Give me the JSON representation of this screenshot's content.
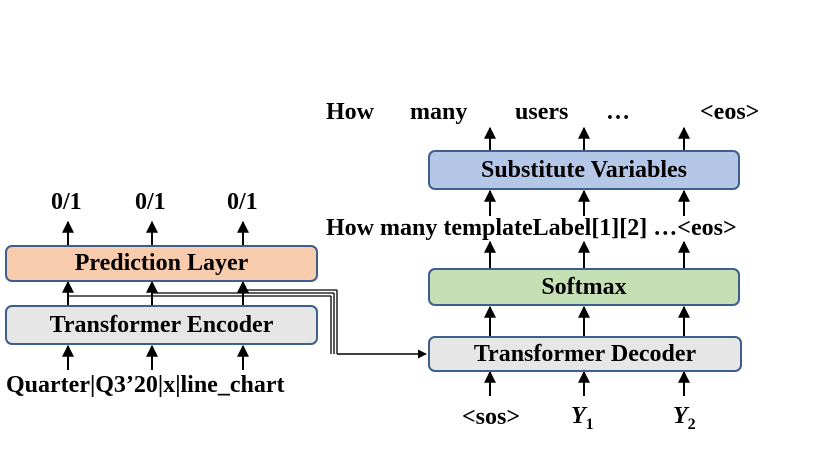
{
  "encoder": {
    "outputs": [
      "0/1",
      "0/1",
      "0/1"
    ],
    "prediction_layer": "Prediction Layer",
    "transformer_encoder": "Transformer Encoder",
    "input": "Quarter|Q3’20|x|line_chart"
  },
  "decoder": {
    "final_tokens": [
      "How",
      "many",
      "users",
      "…",
      "<eos>"
    ],
    "substitute_variables": "Substitute Variables",
    "template_output": "How many templateLabel[1][2] …<eos>",
    "softmax": "Softmax",
    "transformer_decoder": "Transformer Decoder",
    "inputs": {
      "sos": "<sos>",
      "y1_base": "Y",
      "y1_sub": "1",
      "y2_base": "Y",
      "y2_sub": "2"
    }
  },
  "colors": {
    "box_border": "#3d5f8c",
    "prediction_fill": "#f8cbad",
    "encoder_fill": "#e7e6e6",
    "substitute_fill": "#b4c7e7",
    "softmax_fill": "#c5e0b4",
    "decoder_fill": "#e7e6e6"
  }
}
